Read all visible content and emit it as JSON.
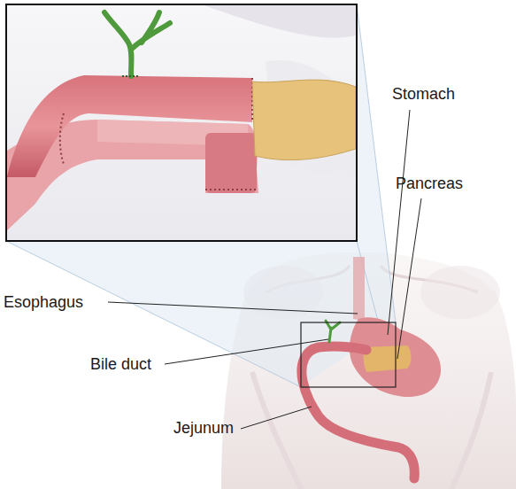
{
  "diagram": {
    "labels": [
      "Stomach",
      "Pancreas",
      "Esophagus",
      "Bile duct",
      "Jejunum"
    ]
  }
}
